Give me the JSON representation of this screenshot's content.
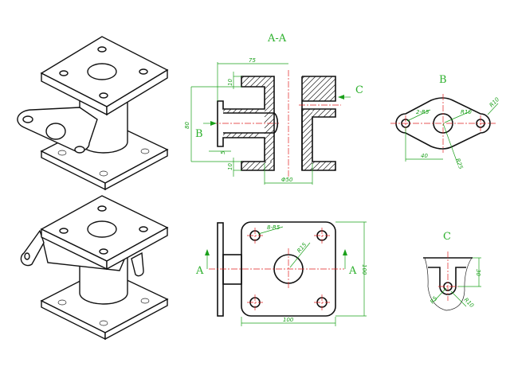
{
  "views": {
    "section_title": "A-A",
    "view_b_title": "B",
    "view_c_title": "C",
    "section_marker": "A",
    "b_marker": "B",
    "c_marker": "C"
  },
  "dimensions": {
    "section": {
      "width_75": "75",
      "height_80": "80",
      "flange_top_10": "10",
      "flange_bottom_10": "10",
      "lip_5": "5",
      "bore_dia": "Φ50"
    },
    "view_b": {
      "holes": "2-R5",
      "center_r": "R10",
      "end_r": "R10",
      "outline_r": "R25",
      "spacing": "40"
    },
    "top_view": {
      "holes": "8-R5",
      "center_r": "R15",
      "width": "100",
      "height": "100"
    },
    "view_c": {
      "height": "30",
      "inner_r": "R5",
      "outer_r": "R10"
    }
  },
  "colors": {
    "outline": "#111111",
    "centerline": "#e02020",
    "dimension": "#1aa01a"
  }
}
